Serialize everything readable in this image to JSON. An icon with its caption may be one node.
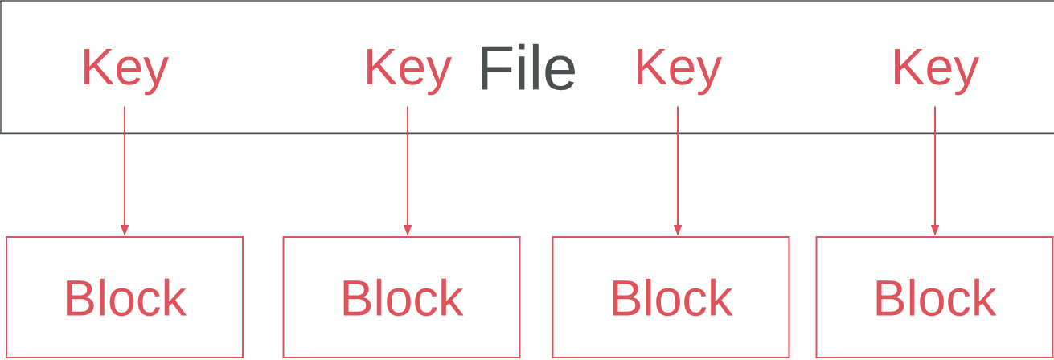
{
  "diagram": {
    "nodes": [
      {
        "text": [
          "File"
        ]
      },
      {
        "text": [
          "Key"
        ],
        "in": 0
      },
      {
        "text": [
          "Key"
        ],
        "in": 0
      },
      {
        "text": [
          "Key"
        ],
        "in": 0
      },
      {
        "text": [
          "Key"
        ],
        "in": 0
      },
      {
        "text": [
          "Block"
        ]
      },
      {
        "text": [
          "Block"
        ]
      },
      {
        "text": [
          "Block"
        ]
      },
      {
        "text": [
          "Block"
        ]
      }
    ],
    "edges": [
      {
        "from": 1,
        "to": 5,
        "arrow": "to"
      },
      {
        "from": 2,
        "to": 6,
        "arrow": "to"
      },
      {
        "from": 3,
        "to": 7,
        "arrow": "to"
      },
      {
        "from": 4,
        "to": 8,
        "arrow": "to"
      }
    ]
  }
}
